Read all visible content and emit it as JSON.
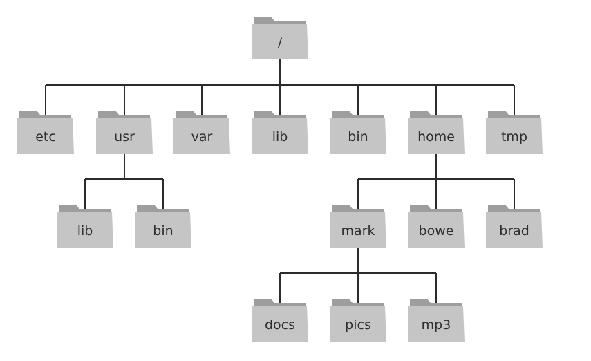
{
  "colors": {
    "line": "#2b2b2b",
    "folder_front": "#c5c5c5",
    "folder_back": "#9e9e9e",
    "label": "#2e2e2e"
  },
  "icon": "folder-icon",
  "tree": {
    "id": "root",
    "label": "/",
    "children": [
      {
        "id": "etc",
        "label": "etc"
      },
      {
        "id": "usr",
        "label": "usr",
        "children": [
          {
            "id": "usr-lib",
            "label": "lib"
          },
          {
            "id": "usr-bin",
            "label": "bin"
          }
        ]
      },
      {
        "id": "var",
        "label": "var"
      },
      {
        "id": "lib",
        "label": "lib"
      },
      {
        "id": "bin",
        "label": "bin"
      },
      {
        "id": "home",
        "label": "home",
        "children": [
          {
            "id": "mark",
            "label": "mark",
            "children": [
              {
                "id": "docs",
                "label": "docs"
              },
              {
                "id": "pics",
                "label": "pics"
              },
              {
                "id": "mp3",
                "label": "mp3"
              }
            ]
          },
          {
            "id": "bowe",
            "label": "bowe"
          },
          {
            "id": "brad",
            "label": "brad"
          }
        ]
      },
      {
        "id": "tmp",
        "label": "tmp"
      }
    ]
  }
}
